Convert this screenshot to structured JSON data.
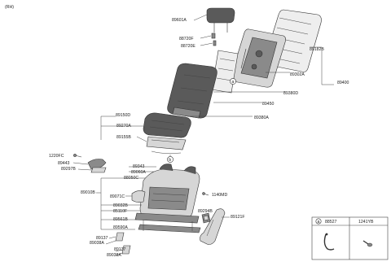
{
  "header": {
    "side": "(RH)"
  },
  "labels": {
    "p89601A": "89601A",
    "p88720F": "88720F",
    "p88720E": "88720E",
    "p89182B": "89182B",
    "p89302A": "89302A",
    "p89400": "89400",
    "p89380D": "89380D",
    "p89450": "89450",
    "p89380A": "89380A",
    "p89150D": "89150D",
    "p89270A": "89270A",
    "p89155B": "89155B",
    "p1220FC": "1220FC",
    "p89443": "89443",
    "p89297B": "89297B",
    "p89343": "89343",
    "p89060A": "89060A",
    "p88050C": "88050C",
    "p89010B": "89010B",
    "p89071C": "89071C",
    "p1140MD": "1140MD",
    "p89032B": "89032B",
    "p85110F": "85110F",
    "p89294B": "89294B",
    "p89121F": "89121F",
    "p89561B": "89561B",
    "p89590A": "89590A",
    "p89137a": "89137",
    "p89038Aa": "89038A",
    "p89137b": "89137",
    "p89038Ab": "89038A"
  },
  "callouts": {
    "a": "a",
    "b": "b"
  },
  "legend": {
    "key": "a",
    "col1": "88527",
    "col2": "1241YB"
  }
}
